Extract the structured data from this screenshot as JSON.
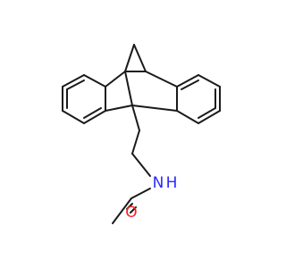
{
  "molecule": {
    "bond_color": "#1a1a1a",
    "atoms": {
      "nitrogen": {
        "symbol": "N",
        "hydrogen": "H",
        "color": "#2a2aff"
      },
      "oxygen": {
        "symbol": "O",
        "color": "#ff1f1f"
      }
    }
  }
}
